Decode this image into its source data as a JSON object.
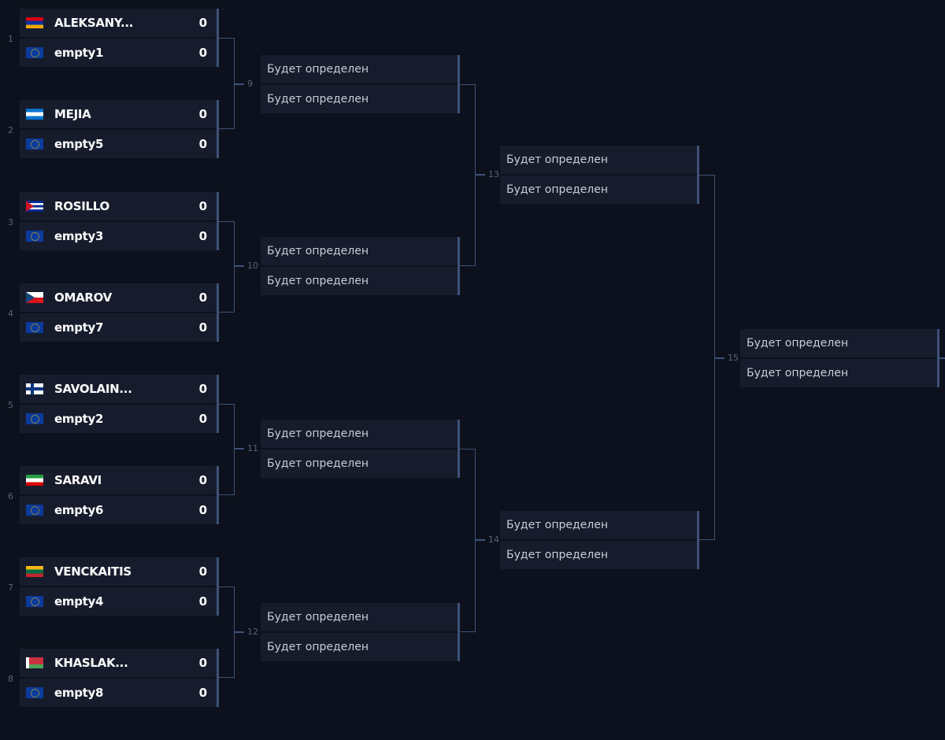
{
  "colors": {
    "background": "#0c111d",
    "slot": "#171c2d",
    "connector": "#3e5277",
    "seed_text": "#5a6478"
  },
  "tbd_label": "Будет определен",
  "round1": [
    {
      "match": "9",
      "players": [
        {
          "seed": "1",
          "name": "ALEKSANY...",
          "score": "0",
          "flag": "armenia-flag"
        },
        {
          "seed": "",
          "name": "empty1",
          "score": "0",
          "flag": "eu-flag"
        }
      ]
    },
    {
      "match": "9",
      "players": [
        {
          "seed": "2",
          "name": "MEJIA",
          "score": "0",
          "flag": "honduras-flag"
        },
        {
          "seed": "",
          "name": "empty5",
          "score": "0",
          "flag": "eu-flag"
        }
      ]
    },
    {
      "match": "10",
      "players": [
        {
          "seed": "3",
          "name": "ROSILLO",
          "score": "0",
          "flag": "cuba-flag"
        },
        {
          "seed": "",
          "name": "empty3",
          "score": "0",
          "flag": "eu-flag"
        }
      ]
    },
    {
      "match": "10",
      "players": [
        {
          "seed": "4",
          "name": "OMAROV",
          "score": "0",
          "flag": "czech-flag"
        },
        {
          "seed": "",
          "name": "empty7",
          "score": "0",
          "flag": "eu-flag"
        }
      ]
    },
    {
      "match": "11",
      "players": [
        {
          "seed": "5",
          "name": "SAVOLAIN...",
          "score": "0",
          "flag": "finland-flag"
        },
        {
          "seed": "",
          "name": "empty2",
          "score": "0",
          "flag": "eu-flag"
        }
      ]
    },
    {
      "match": "11",
      "players": [
        {
          "seed": "6",
          "name": "SARAVI",
          "score": "0",
          "flag": "iran-flag"
        },
        {
          "seed": "",
          "name": "empty6",
          "score": "0",
          "flag": "eu-flag"
        }
      ]
    },
    {
      "match": "12",
      "players": [
        {
          "seed": "7",
          "name": "VENCKAITIS",
          "score": "0",
          "flag": "lithuania-flag"
        },
        {
          "seed": "",
          "name": "empty4",
          "score": "0",
          "flag": "eu-flag"
        }
      ]
    },
    {
      "match": "12",
      "players": [
        {
          "seed": "8",
          "name": "KHASLAK...",
          "score": "0",
          "flag": "belarus-flag"
        },
        {
          "seed": "",
          "name": "empty8",
          "score": "0",
          "flag": "eu-flag"
        }
      ]
    }
  ],
  "later_rounds": [
    {
      "round": 2,
      "matches": [
        "9",
        "10",
        "11",
        "12"
      ]
    },
    {
      "round": 3,
      "matches": [
        "13",
        "14"
      ]
    },
    {
      "round": 4,
      "matches": [
        "15"
      ]
    }
  ]
}
